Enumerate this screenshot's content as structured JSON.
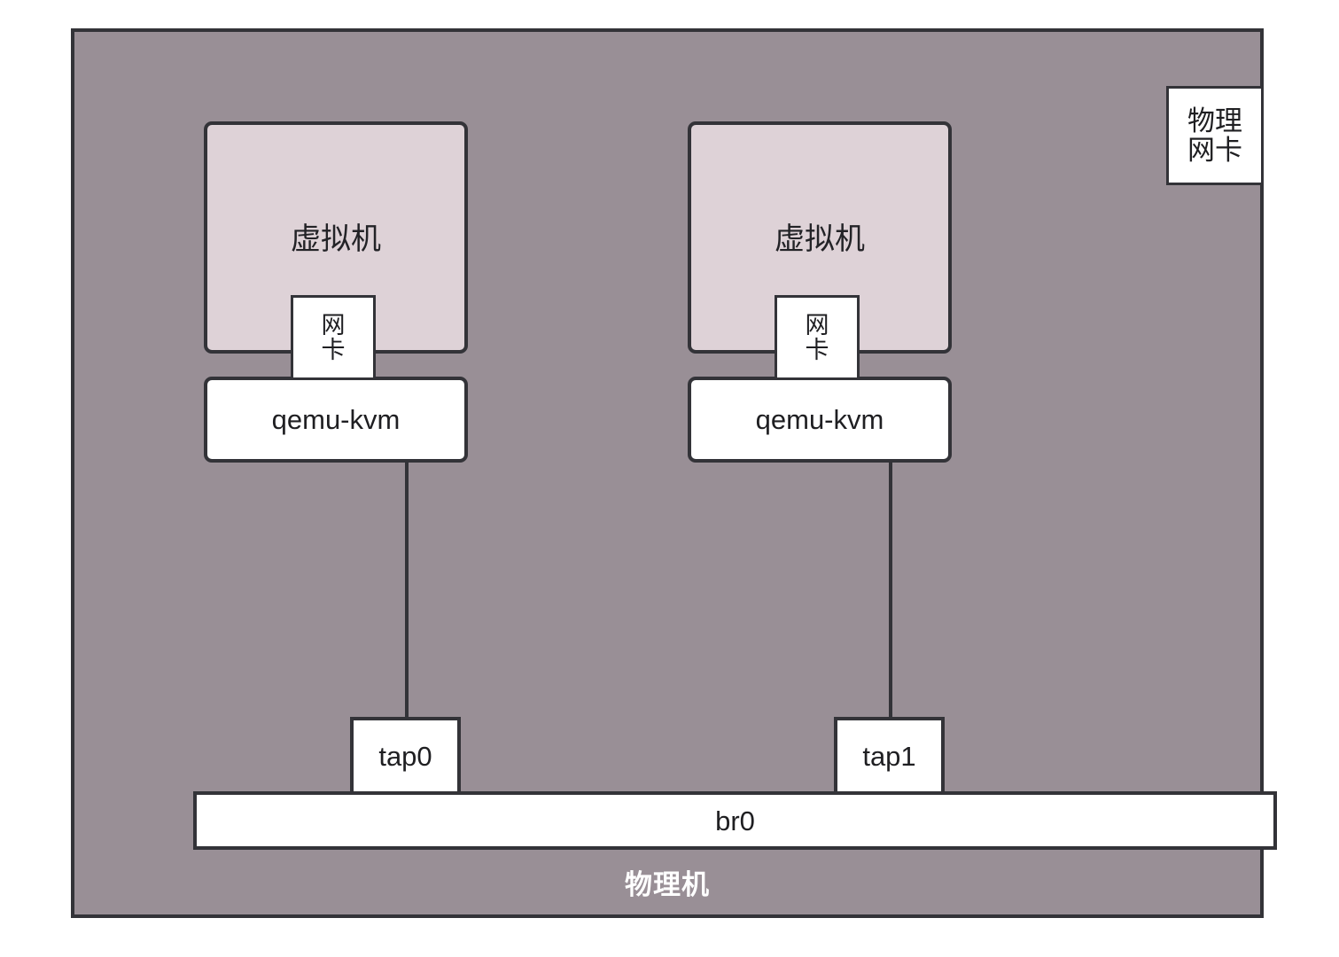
{
  "diagram": {
    "host": {
      "label": "物理机",
      "background_color": "#998f96",
      "border_color": "#333338",
      "label_color": "#ffffff"
    },
    "physical_nic": {
      "line1": "物理",
      "line2": "网卡"
    },
    "vms": [
      {
        "title": "虚拟机",
        "nic_line1": "网",
        "nic_line2": "卡",
        "hypervisor": "qemu-kvm",
        "body_color": "#ded2d7"
      },
      {
        "title": "虚拟机",
        "nic_line1": "网",
        "nic_line2": "卡",
        "hypervisor": "qemu-kvm",
        "body_color": "#ded2d7"
      }
    ],
    "taps": [
      {
        "label": "tap0"
      },
      {
        "label": "tap1"
      }
    ],
    "bridge": {
      "label": "br0"
    }
  }
}
